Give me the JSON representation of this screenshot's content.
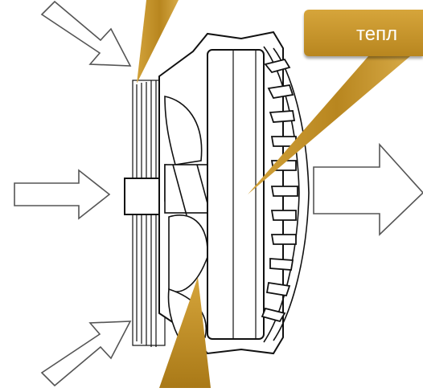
{
  "diagram": {
    "callout_text": "тепл",
    "colors": {
      "callout_fill": "#c2922b",
      "callout_text": "#ffffff",
      "line": "#111111",
      "airflow_arrow_stroke": "#555555",
      "background": "#ffffff"
    },
    "icons": [
      "airflow-arrow",
      "cooling-fan",
      "heatsink-fins"
    ]
  }
}
